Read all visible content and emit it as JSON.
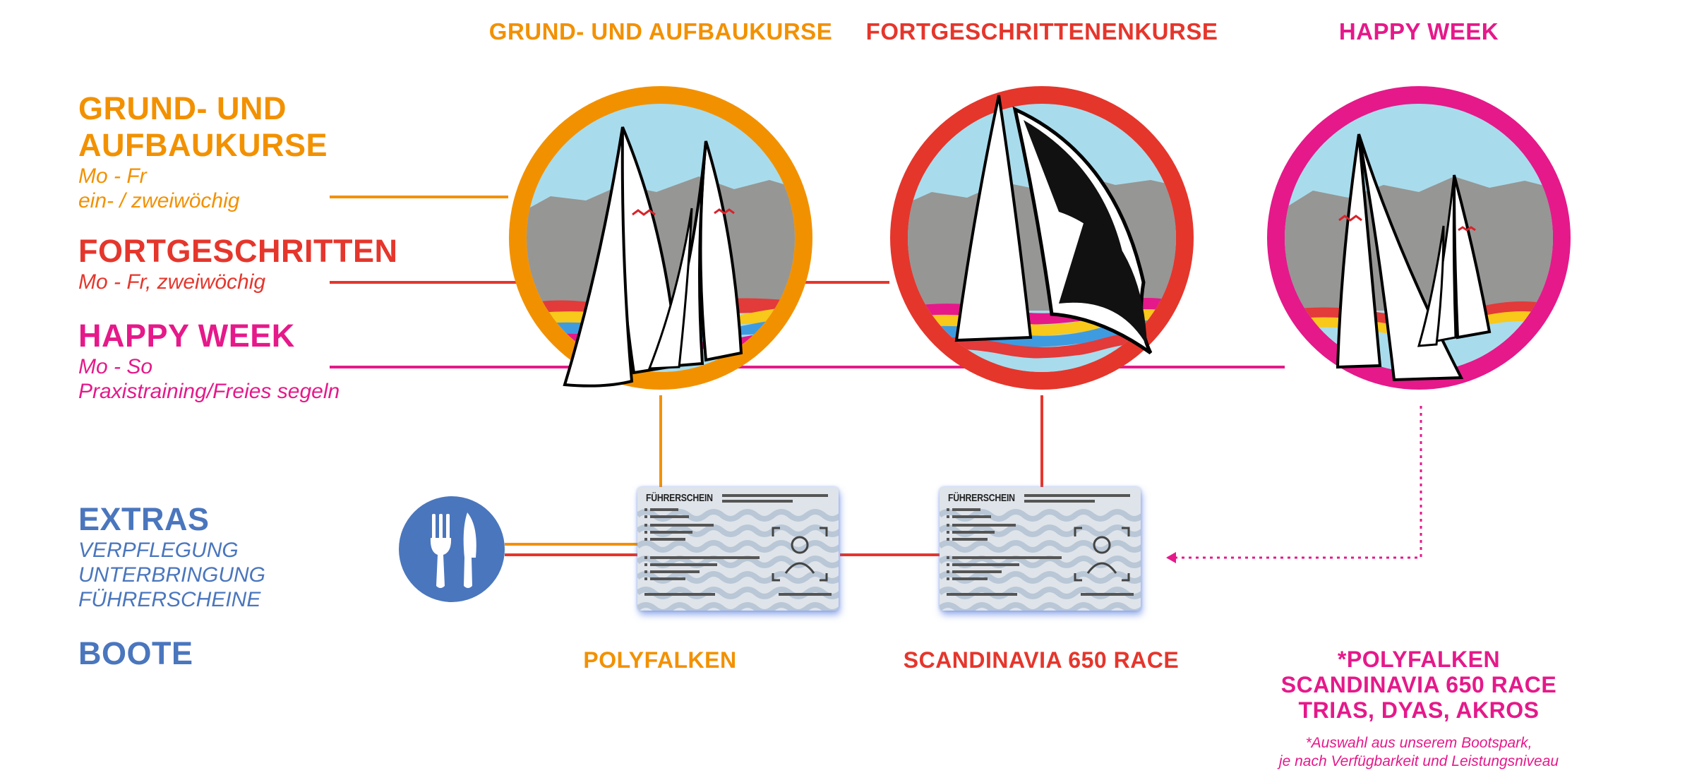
{
  "columns": {
    "grund": {
      "title": "GRUND- UND AUFBAUKURSE",
      "color": "#f29100"
    },
    "fort": {
      "title": "FORTGESCHRITTENENKURSE",
      "color": "#e5362c"
    },
    "happy": {
      "title": "HAPPY WEEK",
      "color": "#e5198a"
    }
  },
  "categories": {
    "grund": {
      "title_line1": "GRUND- UND",
      "title_line2": "AUFBAUKURSE",
      "sub_line1": "Mo - Fr",
      "sub_line2": "ein- / zweiwöchig"
    },
    "fort": {
      "title": "FORTGESCHRITTEN",
      "sub_line1": "Mo - Fr, zweiwöchig"
    },
    "happy": {
      "title": "HAPPY WEEK",
      "sub_line1": "Mo - So",
      "sub_line2": "Praxistraining/Freies segeln"
    },
    "extras": {
      "title": "EXTRAS",
      "sub_line1": "VERPFLEGUNG",
      "sub_line2": "UNTERBRINGUNG",
      "sub_line3": "FÜHRERSCHEINE",
      "color": "#4a76bd"
    },
    "boote": {
      "title": "BOOTE"
    }
  },
  "licences": [
    {
      "title": "FÜHRERSCHEIN"
    },
    {
      "title": "FÜHRERSCHEIN"
    }
  ],
  "boats": {
    "grund": "POLYFALKEN",
    "fort": "SCANDINAVIA 650 RACE",
    "happy_line1": "*POLYFALKEN",
    "happy_line2": "SCANDINAVIA 650 RACE",
    "happy_line3": "TRIAS, DYAS, AKROS"
  },
  "footnote": {
    "line1": "*Auswahl aus unserem Bootspark,",
    "line2": "je nach Verfügbarkeit und Leistungsniveau"
  },
  "icons": {
    "extras": "cutlery-icon",
    "course_grund": "sailboats-icon",
    "course_fort": "racing-sailboat-icon",
    "course_happy": "sailboats-icon",
    "licence": "id-card-icon",
    "licence_photo": "person-photo-icon"
  }
}
